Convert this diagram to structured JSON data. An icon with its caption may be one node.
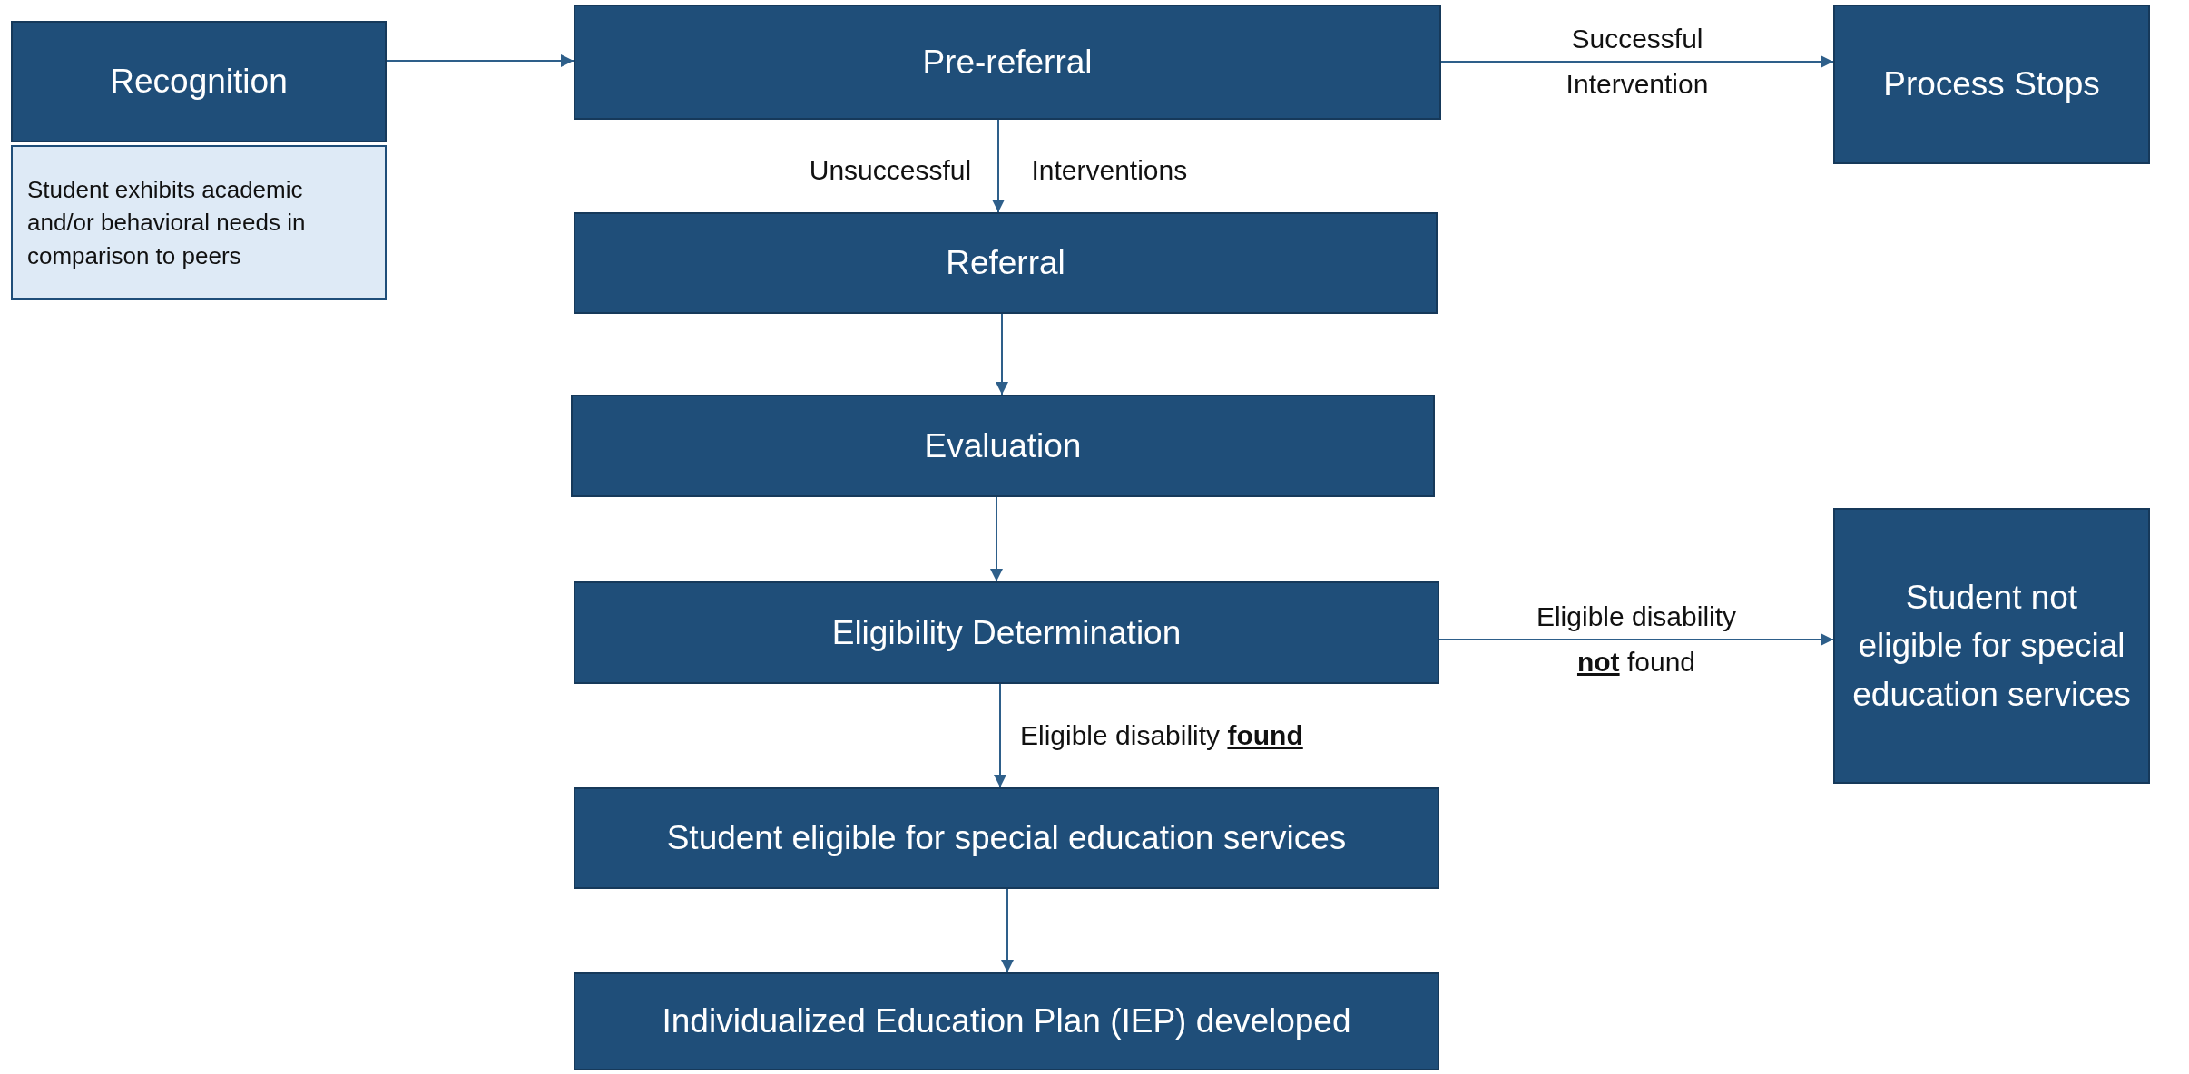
{
  "diagram": {
    "nodes": [
      {
        "text": [
          "Recognition"
        ]
      },
      {
        "text": [
          "Student exhibits academic and/or behavioral needs in comparison to peers"
        ]
      },
      {
        "text": [
          "Pre-referral"
        ]
      },
      {
        "text": [
          "Process Stops"
        ]
      },
      {
        "text": [
          "Referral"
        ]
      },
      {
        "text": [
          "Evaluation"
        ]
      },
      {
        "text": [
          "Eligibility Determination"
        ]
      },
      {
        "text": [
          "Student not eligible for special education services"
        ]
      },
      {
        "text": [
          "Student eligible for special education services"
        ]
      },
      {
        "text": [
          "Individualized Education Plan (IEP) developed"
        ]
      }
    ],
    "edges": [
      {
        "from": 0,
        "to": 2,
        "arrow": "to"
      },
      {
        "from": 2,
        "to": 3,
        "arrow": "to",
        "label": "Successful Intervention"
      },
      {
        "from": 2,
        "to": 4,
        "arrow": "to",
        "label": "Unsuccessful Interventions"
      },
      {
        "from": 4,
        "to": 5,
        "arrow": "to"
      },
      {
        "from": 5,
        "to": 6,
        "arrow": "to"
      },
      {
        "from": 6,
        "to": 7,
        "arrow": "to",
        "label": "Eligible disability **not** found"
      },
      {
        "from": 6,
        "to": 8,
        "arrow": "to",
        "label": "Eligible disability **found**"
      },
      {
        "from": 8,
        "to": 9,
        "arrow": "to"
      }
    ]
  }
}
